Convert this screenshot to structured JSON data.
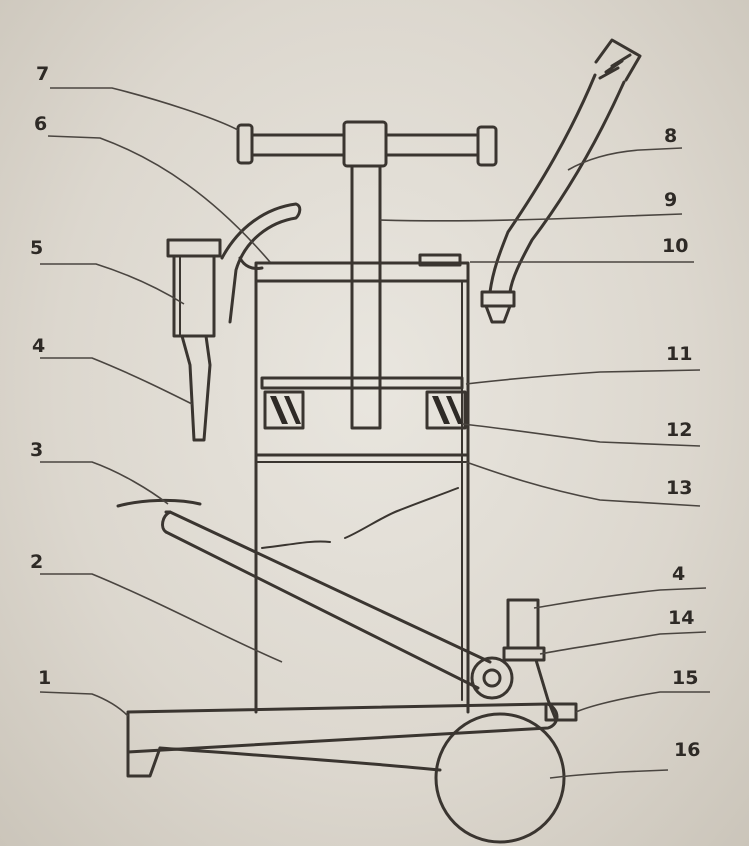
{
  "diagram": {
    "callouts": [
      {
        "id": "c1",
        "text": "1"
      },
      {
        "id": "c2",
        "text": "2"
      },
      {
        "id": "c3",
        "text": "3"
      },
      {
        "id": "c4a",
        "text": "4"
      },
      {
        "id": "c4b",
        "text": "4"
      },
      {
        "id": "c5",
        "text": "5"
      },
      {
        "id": "c6",
        "text": "6"
      },
      {
        "id": "c7",
        "text": "7"
      },
      {
        "id": "c8",
        "text": "8"
      },
      {
        "id": "c9",
        "text": "9"
      },
      {
        "id": "c10",
        "text": "10"
      },
      {
        "id": "c11",
        "text": "11"
      },
      {
        "id": "c12",
        "text": "12"
      },
      {
        "id": "c13",
        "text": "13"
      },
      {
        "id": "c14",
        "text": "14"
      },
      {
        "id": "c15",
        "text": "15"
      },
      {
        "id": "c16",
        "text": "16"
      }
    ]
  }
}
